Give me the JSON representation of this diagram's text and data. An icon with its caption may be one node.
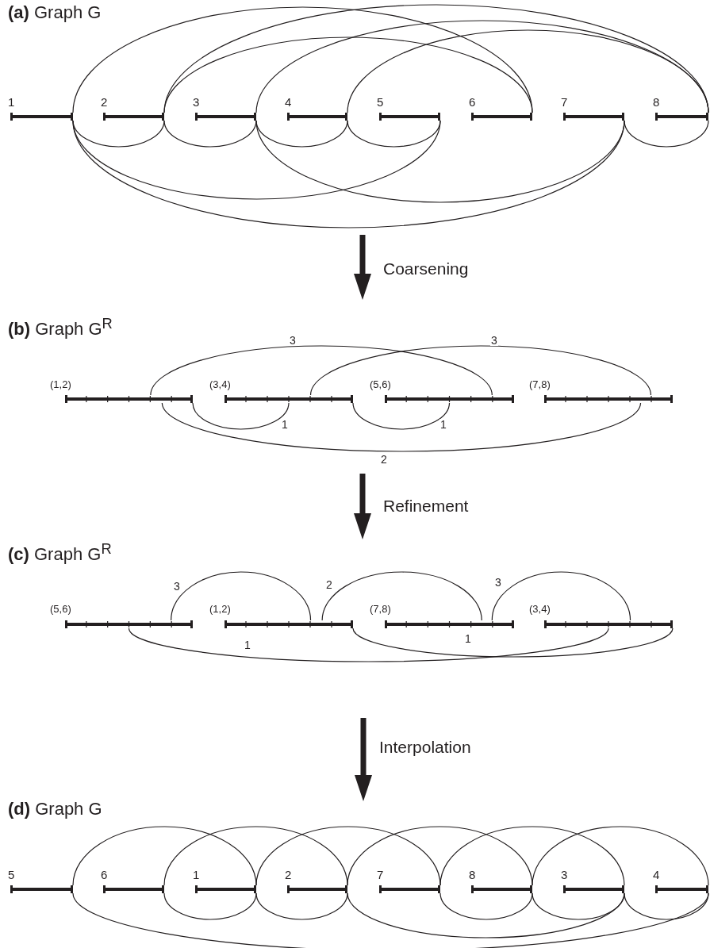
{
  "diagram": {
    "nodes": [
      {
        "text": [],
        "shape": "bar",
        "beside": [
          "1"
        ]
      },
      {
        "text": [],
        "shape": "bar",
        "beside": [
          "2"
        ]
      },
      {
        "text": [],
        "shape": "bar",
        "beside": [
          "3"
        ]
      },
      {
        "text": [],
        "shape": "bar",
        "beside": [
          "4"
        ]
      },
      {
        "text": [],
        "shape": "bar",
        "beside": [
          "5"
        ]
      },
      {
        "text": [],
        "shape": "bar",
        "beside": [
          "6"
        ]
      },
      {
        "text": [],
        "shape": "bar",
        "beside": [
          "7"
        ]
      },
      {
        "text": [],
        "shape": "bar",
        "beside": [
          "8"
        ]
      },
      {
        "text": [],
        "shape": "bar",
        "beside": [
          "(1,2)"
        ]
      },
      {
        "text": [],
        "shape": "bar",
        "beside": [
          "(3,4)"
        ]
      },
      {
        "text": [],
        "shape": "bar",
        "beside": [
          "(5,6)"
        ]
      },
      {
        "text": [],
        "shape": "bar",
        "beside": [
          "(7,8)"
        ]
      },
      {
        "text": [],
        "shape": "bar",
        "beside": [
          "(5,6)"
        ]
      },
      {
        "text": [],
        "shape": "bar",
        "beside": [
          "(1,2)"
        ]
      },
      {
        "text": [],
        "shape": "bar",
        "beside": [
          "(7,8)"
        ]
      },
      {
        "text": [],
        "shape": "bar",
        "beside": [
          "(3,4)"
        ]
      },
      {
        "text": [],
        "shape": "bar",
        "beside": [
          "5"
        ]
      },
      {
        "text": [],
        "shape": "bar",
        "beside": [
          "6"
        ]
      },
      {
        "text": [],
        "shape": "bar",
        "beside": [
          "1"
        ]
      },
      {
        "text": [],
        "shape": "bar",
        "beside": [
          "2"
        ]
      },
      {
        "text": [],
        "shape": "bar",
        "beside": [
          "7"
        ]
      },
      {
        "text": [],
        "shape": "bar",
        "beside": [
          "8"
        ]
      },
      {
        "text": [],
        "shape": "bar",
        "beside": [
          "3"
        ]
      },
      {
        "text": [],
        "shape": "bar",
        "beside": [
          "4"
        ]
      }
    ],
    "edges": [
      {
        "from": 0,
        "to": 5,
        "arrow": "none"
      },
      {
        "from": 1,
        "to": 5,
        "arrow": "none"
      },
      {
        "from": 1,
        "to": 7,
        "arrow": "none"
      },
      {
        "from": 2,
        "to": 7,
        "arrow": "none"
      },
      {
        "from": 3,
        "to": 7,
        "arrow": "none"
      },
      {
        "from": 0,
        "to": 1,
        "arrow": "none"
      },
      {
        "from": 1,
        "to": 2,
        "arrow": "none"
      },
      {
        "from": 2,
        "to": 3,
        "arrow": "none"
      },
      {
        "from": 3,
        "to": 4,
        "arrow": "none"
      },
      {
        "from": 6,
        "to": 7,
        "arrow": "none"
      },
      {
        "from": 0,
        "to": 4,
        "arrow": "none"
      },
      {
        "from": 2,
        "to": 6,
        "arrow": "none"
      },
      {
        "from": 0,
        "to": 6,
        "arrow": "none"
      },
      {
        "from": 8,
        "to": 10,
        "arrow": "none",
        "label": "3"
      },
      {
        "from": 9,
        "to": 11,
        "arrow": "none",
        "label": "3"
      },
      {
        "from": 8,
        "to": 9,
        "arrow": "none",
        "label": "1"
      },
      {
        "from": 9,
        "to": 10,
        "arrow": "none",
        "label": "1"
      },
      {
        "from": 8,
        "to": 11,
        "arrow": "none",
        "label": "2"
      },
      {
        "from": 12,
        "to": 13,
        "arrow": "none",
        "label": "3"
      },
      {
        "from": 13,
        "to": 14,
        "arrow": "none",
        "label": "2"
      },
      {
        "from": 14,
        "to": 15,
        "arrow": "none",
        "label": "3"
      },
      {
        "from": 12,
        "to": 15,
        "arrow": "none",
        "label": "1"
      },
      {
        "from": 13,
        "to": 15,
        "arrow": "none",
        "label": "1"
      },
      {
        "from": 16,
        "to": 18,
        "arrow": "none"
      },
      {
        "from": 17,
        "to": 19,
        "arrow": "none"
      },
      {
        "from": 18,
        "to": 20,
        "arrow": "none"
      },
      {
        "from": 19,
        "to": 21,
        "arrow": "none"
      },
      {
        "from": 20,
        "to": 22,
        "arrow": "none"
      },
      {
        "from": 21,
        "to": 23,
        "arrow": "none"
      },
      {
        "from": 17,
        "to": 18,
        "arrow": "none"
      },
      {
        "from": 18,
        "to": 19,
        "arrow": "none"
      },
      {
        "from": 20,
        "to": 21,
        "arrow": "none"
      },
      {
        "from": 21,
        "to": 22,
        "arrow": "none"
      },
      {
        "from": 22,
        "to": 23,
        "arrow": "none"
      },
      {
        "from": 19,
        "to": 22,
        "arrow": "none"
      },
      {
        "from": 16,
        "to": 23,
        "arrow": "none"
      }
    ],
    "labels": [
      "**(a)** Graph G",
      "Coarsening",
      "**(b)** Graph G$^{R}$",
      "Refinement",
      "**(c)** Graph G$^{R}$",
      "Interpolation",
      "**(d)** Graph G"
    ]
  }
}
